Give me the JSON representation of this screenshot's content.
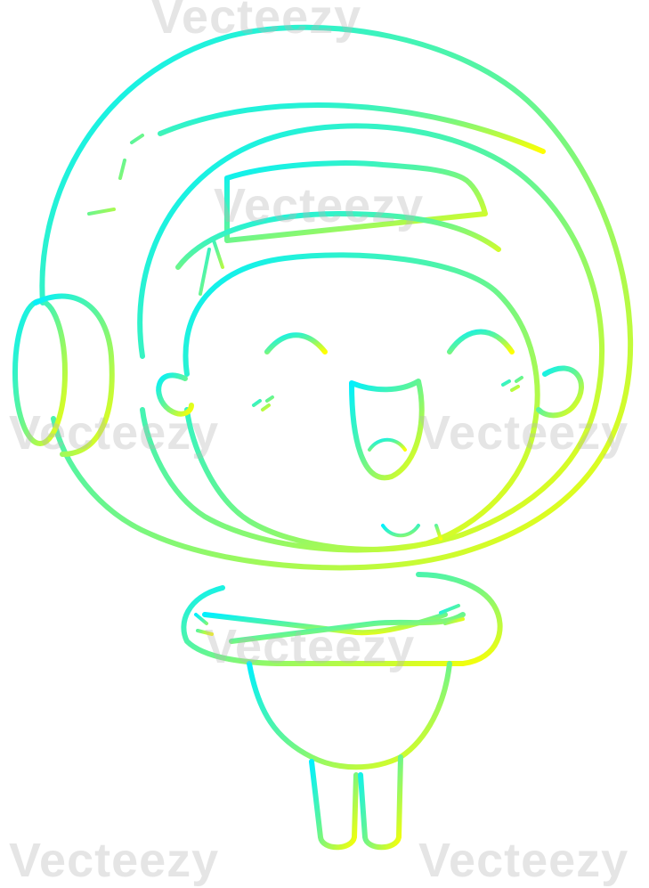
{
  "watermark": {
    "text": "Vecteezy",
    "color": "#bdbdbd",
    "positions_label": "repeated"
  },
  "illustration": {
    "subject": "happy cartoon astronaut with helmet and crossed arms",
    "gradient_top": "#00ffff",
    "gradient_bottom": "#ffff00",
    "background": "#ffffff"
  }
}
